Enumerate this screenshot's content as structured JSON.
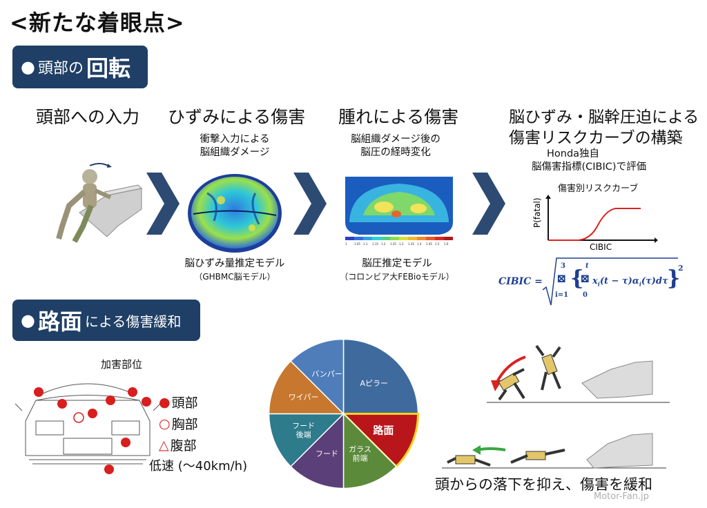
{
  "title": "<新たな着眼点>",
  "section1": {
    "prefix": "頭部の",
    "emphasis": "回転"
  },
  "section2": {
    "emphasis": "路面",
    "suffix": "による傷害緩和"
  },
  "col1": {
    "heading": "頭部への入力"
  },
  "col2": {
    "heading": "ひずみによる傷害",
    "sub1": "衝撃入力による",
    "sub2": "脳組織ダメージ",
    "cap1": "脳ひずみ量推定モデル",
    "cap2": "（GHBMC脳モデル）"
  },
  "col3": {
    "heading": "腫れによる傷害",
    "sub1": "脳組織ダメージ後の",
    "sub2": "脳圧の経時変化",
    "cap1": "脳圧推定モデル",
    "cap2": "（コロンビア大FEBioモデル）",
    "scale": [
      "1",
      "1.05",
      "1.1",
      "1.15",
      "1.2",
      "1.25",
      "1.3",
      "1.35",
      "1.4",
      "1.45",
      "1.5",
      "1.6"
    ]
  },
  "col4": {
    "heading1": "脳ひずみ・脳幹圧迫による",
    "heading2": "傷害リスクカーブの構築",
    "sub1": "Honda独自",
    "sub2": "脳傷害指標(CIBIC)で評価",
    "chart_title": "傷害別リスクカーブ",
    "ylabel": "P(fatal)",
    "xlabel": "CIBIC"
  },
  "formula": {
    "lhs": "CIBIC =",
    "upper_sum": "3",
    "lower_sum": "i=1",
    "upper_int": "t",
    "lower_int": "0",
    "body": "x",
    "body_sub": "i",
    "body_rest": "(t − τ)α",
    "body_sub2": "i",
    "body_end": "(τ)dτ",
    "power": "2",
    "placeholder": "⊠"
  },
  "car": {
    "title": "加害部位",
    "head": "頭部",
    "chest": "胸部",
    "abdomen": "腹部",
    "speed": "低速 (～40km/h)",
    "head_symbol": "●",
    "chest_symbol": "○",
    "abdomen_symbol": "△"
  },
  "chart_data": {
    "type": "pie",
    "categories": [
      "Aピラー",
      "路面",
      "ガラス前端",
      "フード",
      "フード後端",
      "ワイパー",
      "バンパー"
    ],
    "labels": [
      [
        "Aピラー"
      ],
      [
        "路面"
      ],
      [
        "ガラス",
        "前端"
      ],
      [
        "フード"
      ],
      [
        "フード",
        "後端"
      ],
      [
        "ワイパー"
      ],
      [
        "バンパー"
      ]
    ],
    "values": [
      25,
      12.5,
      12.5,
      12.5,
      12.5,
      12.5,
      12.5
    ],
    "colors": [
      "#3f6a9e",
      "#b8161b",
      "#5a8a3a",
      "#5a3f78",
      "#2e7b8c",
      "#c7782e",
      "#4f7dba"
    ],
    "highlight": "路面"
  },
  "bottom_caption": "頭からの落下を抑え、傷害を緩和",
  "watermark": "Motor-Fan.jp"
}
